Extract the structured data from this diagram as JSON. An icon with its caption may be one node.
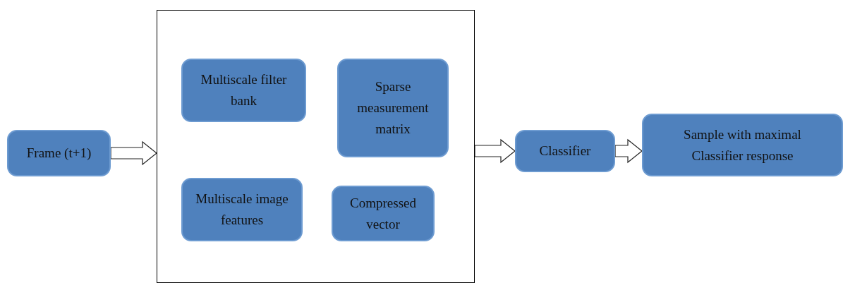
{
  "diagram": {
    "nodes": [
      {
        "text": [
          "Frame (t+1)"
        ]
      },
      {
        "text": [],
        "shape": "box"
      },
      {
        "text": [
          "Multiscale filter bank"
        ],
        "in": 1
      },
      {
        "text": [
          "Sparse measurement matrix"
        ],
        "in": 1
      },
      {
        "text": [
          "Multiscale image features"
        ],
        "in": 1
      },
      {
        "text": [
          "Compressed vector"
        ],
        "in": 1
      },
      {
        "text": [
          "Classifier"
        ]
      },
      {
        "text": [
          "Sample with maximal Classifier response"
        ]
      }
    ],
    "edges": [
      {
        "from": 0,
        "to": 1,
        "arrow": "to"
      },
      {
        "from": 1,
        "to": 6,
        "arrow": "to"
      },
      {
        "from": 6,
        "to": 7,
        "arrow": "to"
      }
    ]
  }
}
